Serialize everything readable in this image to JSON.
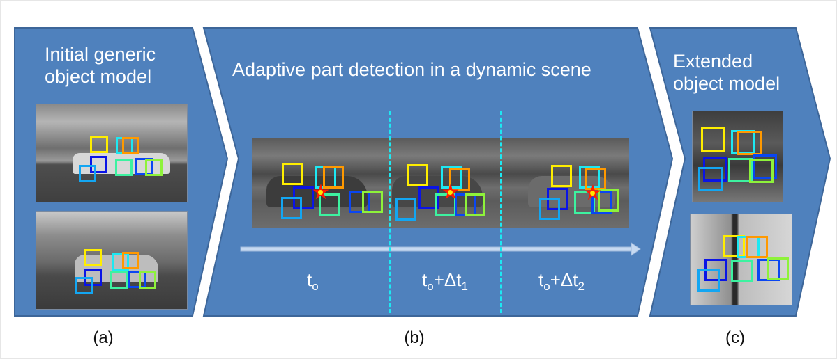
{
  "figure": {
    "colors": {
      "panel_fill": "#4f81bd",
      "panel_border": "#3d6699",
      "timeline_arrow": "#c6d9f1",
      "frame_divider": "#1de8f2",
      "text_on_panel": "#ffffff",
      "anchor_star": "#ff1a00"
    },
    "part_colors": {
      "yellow": "#ffee00",
      "cyan": "#1de8f2",
      "orange": "#ff9900",
      "dark_blue": "#0a14e6",
      "sky_blue": "#13a6f2",
      "sea_green": "#3df2a0",
      "blue": "#0a46f2",
      "lime": "#8ef23a"
    }
  },
  "panels": {
    "a": {
      "title_line1": "Initial generic",
      "title_line2": "object model",
      "caption": "(a)",
      "images": [
        "training car side view 1",
        "training car side view 2"
      ]
    },
    "b": {
      "title": "Adaptive part detection in a dynamic scene",
      "caption": "(b)",
      "frames": [
        {
          "label_base": "t",
          "label_sub": "o",
          "label_rest": "",
          "label_sub2": ""
        },
        {
          "label_base": "t",
          "label_sub": "o",
          "label_rest": "+Δt",
          "label_sub2": "1"
        },
        {
          "label_base": "t",
          "label_sub": "o",
          "label_rest": "+Δt",
          "label_sub2": "2"
        }
      ]
    },
    "c": {
      "title_line1": "Extended",
      "title_line2": "object model",
      "caption": "(c)",
      "images": [
        "learned car rear view",
        "learned car street view"
      ]
    }
  }
}
